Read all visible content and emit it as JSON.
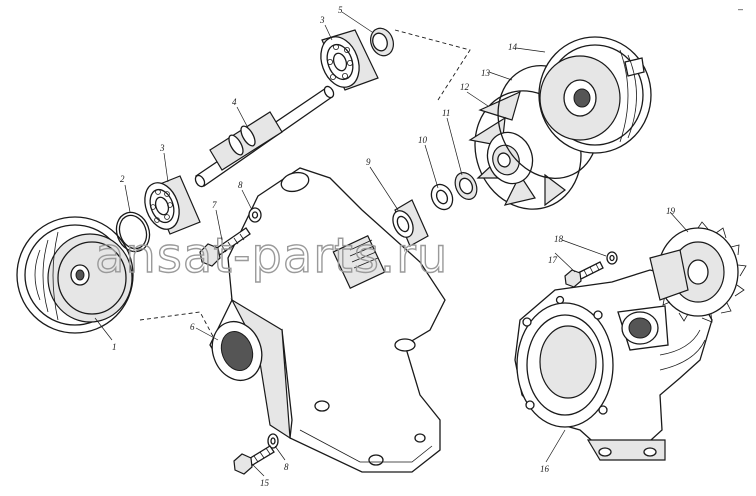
{
  "diagram": {
    "callouts": [
      {
        "id": "c1",
        "text": "1"
      },
      {
        "id": "c2",
        "text": "2"
      },
      {
        "id": "c3a",
        "text": "3"
      },
      {
        "id": "c3b",
        "text": "3"
      },
      {
        "id": "c4",
        "text": "4"
      },
      {
        "id": "c5",
        "text": "5"
      },
      {
        "id": "c6",
        "text": "6"
      },
      {
        "id": "c7",
        "text": "7"
      },
      {
        "id": "c8a",
        "text": "8"
      },
      {
        "id": "c8b",
        "text": "8"
      },
      {
        "id": "c9",
        "text": "9"
      },
      {
        "id": "c10",
        "text": "10"
      },
      {
        "id": "c11",
        "text": "11"
      },
      {
        "id": "c12",
        "text": "12"
      },
      {
        "id": "c13",
        "text": "13"
      },
      {
        "id": "c14",
        "text": "14"
      },
      {
        "id": "c15",
        "text": "15"
      },
      {
        "id": "c16",
        "text": "16"
      },
      {
        "id": "c17",
        "text": "17"
      },
      {
        "id": "c18",
        "text": "18"
      },
      {
        "id": "c19",
        "text": "19"
      }
    ],
    "corner_mark": "–"
  },
  "watermark": {
    "text": "ansat-parts.ru"
  },
  "colors": {
    "ink": "#1a1a1a",
    "watermark": "#9a9a9a",
    "background": "#ffffff"
  }
}
